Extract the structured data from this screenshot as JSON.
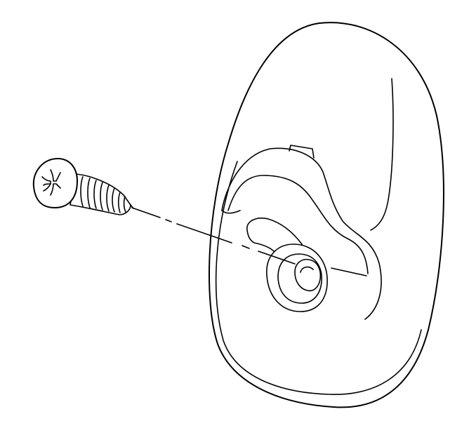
{
  "illustration": {
    "parts": [
      "screw",
      "cover",
      "mounting-boss",
      "tab",
      "alignment-line"
    ],
    "line_color": "#000000",
    "background_color": "#ffffff"
  }
}
